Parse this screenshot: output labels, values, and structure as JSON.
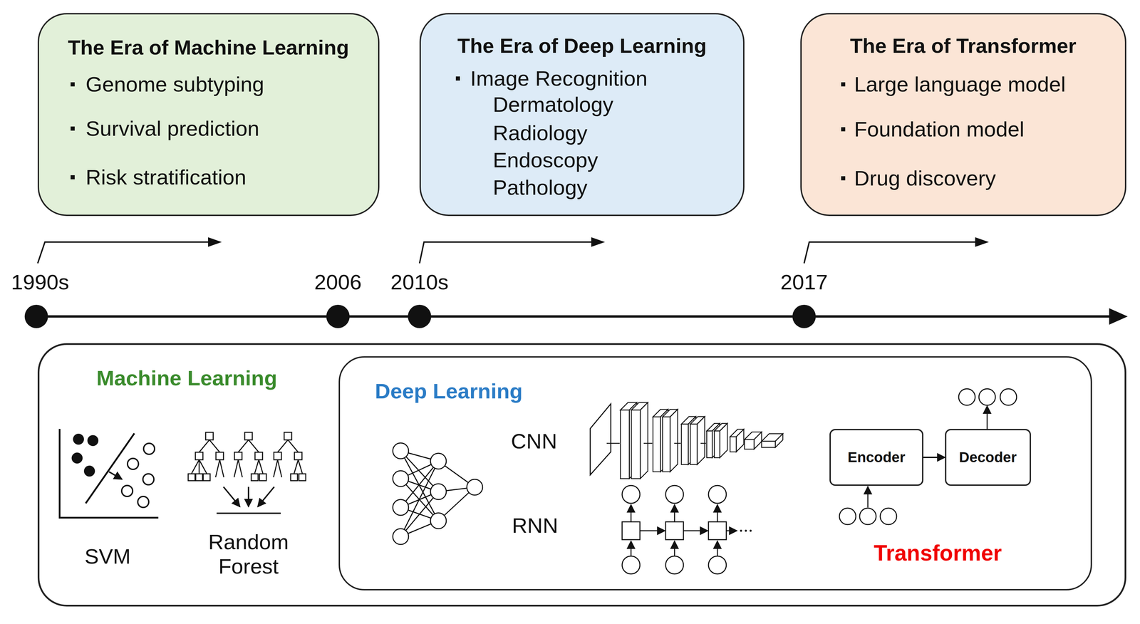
{
  "diagram": {
    "nodes": [
      {
        "text": [
          "The Era of Machine Learning",
          "Genome subtyping",
          "Survival prediction",
          "Risk stratification"
        ]
      },
      {
        "text": [
          "The Era of Deep Learning",
          "Image Recognition",
          "Dermatology",
          "Radiology",
          "Endoscopy",
          "Pathology"
        ]
      },
      {
        "text": [
          "The Era of Transformer",
          "Large language model",
          "Foundation model",
          "Drug discovery"
        ]
      },
      {
        "text": [
          "Machine Learning",
          "SVM",
          "Random Forest"
        ]
      },
      {
        "text": [
          "Deep Learning",
          "CNN",
          "RNN",
          "Transformer"
        ],
        "in": 3
      },
      {
        "text": [
          "Encoder"
        ],
        "in": 4
      },
      {
        "text": [
          "Decoder"
        ],
        "in": 4
      }
    ],
    "edges": [
      {
        "from": 5,
        "to": 6,
        "arrow": "to"
      }
    ],
    "labels": [
      "1990s",
      "2006",
      "2010s",
      "2017"
    ]
  }
}
